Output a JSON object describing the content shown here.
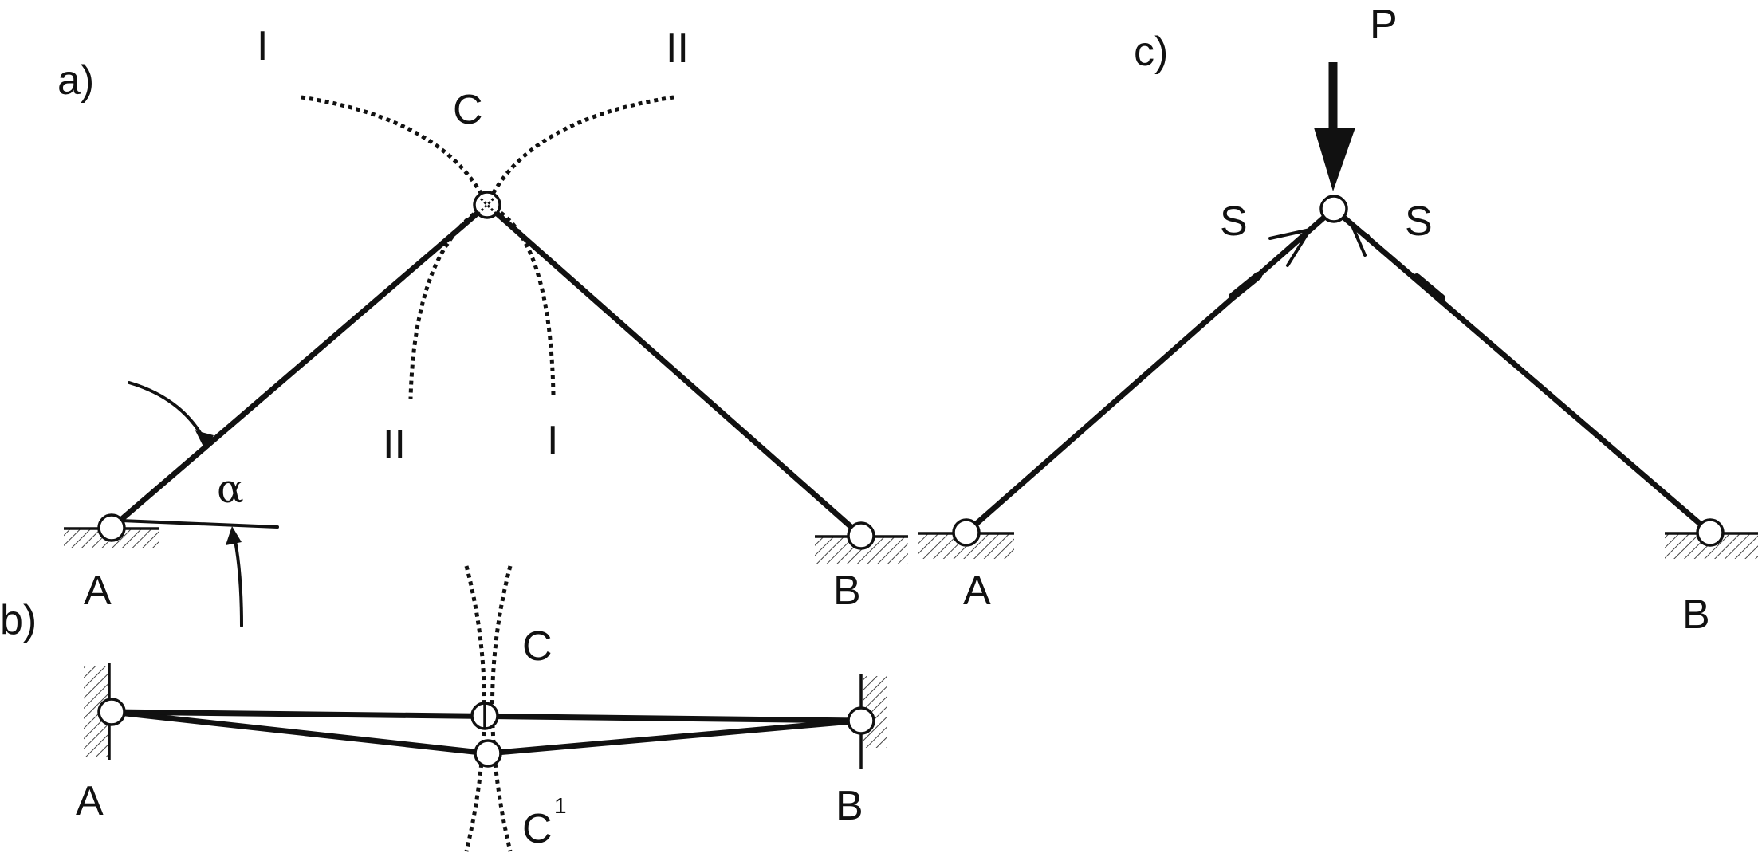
{
  "panel_a": {
    "tag": "a)",
    "arc_label_1_top": "I",
    "arc_label_2_top": "II",
    "node_c": "C",
    "arc_label_2_bottom": "II",
    "arc_label_1_bottom": "I",
    "angle": "α",
    "support_a": "A",
    "support_b": "B"
  },
  "panel_b": {
    "tag": "b)",
    "node_c": "C",
    "node_c1": "C",
    "node_c1_sup": "1",
    "support_a": "A",
    "support_b": "B"
  },
  "panel_c": {
    "tag": "c)",
    "load": "P",
    "force_left": "S",
    "force_right": "S",
    "support_a": "A",
    "support_b": "B"
  }
}
